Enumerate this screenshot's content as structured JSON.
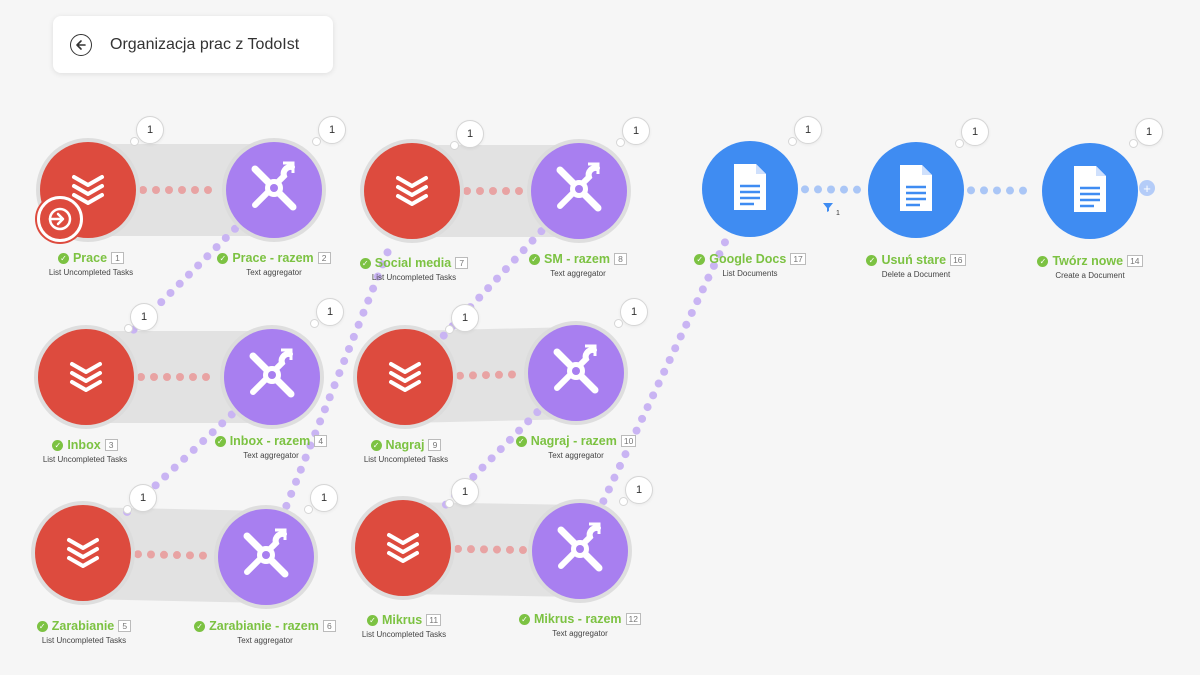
{
  "header": {
    "title": "Organizacja prac z TodoIst"
  },
  "colors": {
    "todoist": "#dd4b3e",
    "tools": "#a87ff0",
    "gdocs": "#3f8cf2",
    "ok_green": "#7cc242"
  },
  "modules": [
    {
      "id": 1,
      "name": "Prace",
      "action": "List Uncompleted Tasks",
      "app": "todoist",
      "icon": "todoist-icon",
      "bubble": "1"
    },
    {
      "id": 2,
      "name": "Prace - razem",
      "action": "Text aggregator",
      "app": "tools",
      "icon": "tools-icon",
      "bubble": "1"
    },
    {
      "id": 7,
      "name": "Social media",
      "action": "List Uncompleted Tasks",
      "app": "todoist",
      "icon": "todoist-icon",
      "bubble": "1"
    },
    {
      "id": 8,
      "name": "SM - razem",
      "action": "Text aggregator",
      "app": "tools",
      "icon": "tools-icon",
      "bubble": "1"
    },
    {
      "id": 17,
      "name": "Google Docs",
      "action": "List Documents",
      "app": "gdocs",
      "icon": "gdocs-icon",
      "bubble": "1"
    },
    {
      "id": 16,
      "name": "Usuń stare",
      "action": "Delete a Document",
      "app": "gdocs",
      "icon": "gdocs-icon",
      "bubble": "1"
    },
    {
      "id": 14,
      "name": "Twórz nowe",
      "action": "Create a Document",
      "app": "gdocs",
      "icon": "gdocs-icon",
      "bubble": "1"
    },
    {
      "id": 3,
      "name": "Inbox",
      "action": "List Uncompleted Tasks",
      "app": "todoist",
      "icon": "todoist-icon",
      "bubble": "1"
    },
    {
      "id": 4,
      "name": "Inbox - razem",
      "action": "Text aggregator",
      "app": "tools",
      "icon": "tools-icon",
      "bubble": "1"
    },
    {
      "id": 9,
      "name": "Nagraj",
      "action": "List Uncompleted Tasks",
      "app": "todoist",
      "icon": "todoist-icon",
      "bubble": "1"
    },
    {
      "id": 10,
      "name": "Nagraj - razem",
      "action": "Text aggregator",
      "app": "tools",
      "icon": "tools-icon",
      "bubble": "1"
    },
    {
      "id": 5,
      "name": "Zarabianie",
      "action": "List Uncompleted Tasks",
      "app": "todoist",
      "icon": "todoist-icon",
      "bubble": "1"
    },
    {
      "id": 6,
      "name": "Zarabianie - razem",
      "action": "Text aggregator",
      "app": "tools",
      "icon": "tools-icon",
      "bubble": "1"
    },
    {
      "id": 11,
      "name": "Mikrus",
      "action": "List Uncompleted Tasks",
      "app": "todoist",
      "icon": "todoist-icon",
      "bubble": "1"
    },
    {
      "id": 12,
      "name": "Mikrus - razem",
      "action": "Text aggregator",
      "app": "tools",
      "icon": "tools-icon",
      "bubble": "1"
    }
  ],
  "filter": {
    "count": "1"
  },
  "add_label": "+"
}
